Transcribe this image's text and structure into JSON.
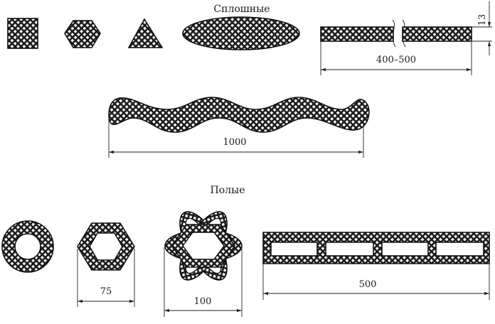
{
  "labels": {
    "solid": "Сплошные",
    "hollow": "Полые"
  },
  "dimensions": {
    "strip_height": "13",
    "strip_length": "400–500",
    "wave_length": "1000",
    "hex_width": "75",
    "flower_width": "100",
    "bar_length": "500"
  }
}
